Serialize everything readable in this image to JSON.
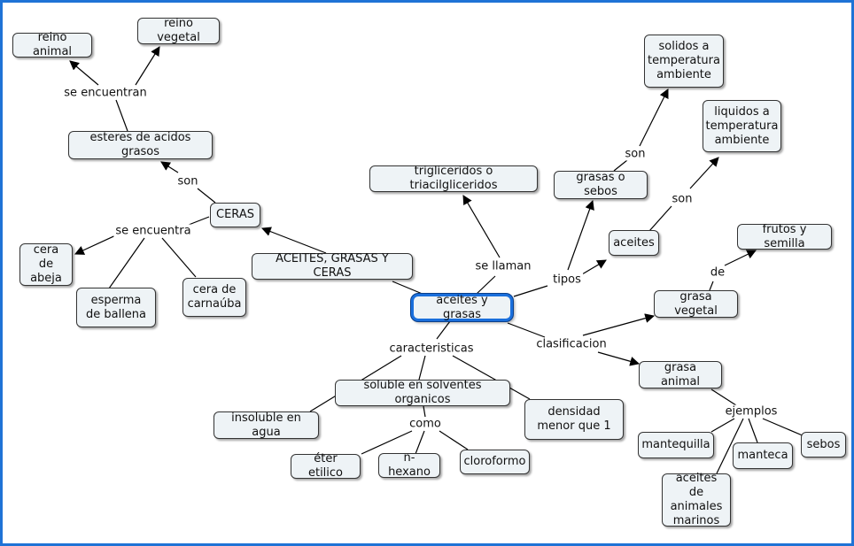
{
  "nodes": {
    "aceites_grasas": "aceites y grasas",
    "aceites_grasas_ceras": "ACEITES, GRASAS Y CERAS",
    "ceras": "CERAS",
    "esteres": "esteres de acidos grasos",
    "reino_animal": "reino animal",
    "reino_vegetal": "reino vegetal",
    "cera_abeja": "cera de abeja",
    "esperma_ballena": "esperma de ballena",
    "cera_carnauba": "cera de carnaúba",
    "trigliceridos": "trigliceridos o triacilgliceridos",
    "grasas_sebos": "grasas o sebos",
    "solidos": "solidos a temperatura ambiente",
    "aceites": "aceites",
    "liquidos": "liquidos a temperatura ambiente",
    "grasa_vegetal": "grasa vegetal",
    "frutos": "frutos y semilla",
    "grasa_animal": "grasa animal",
    "mantequilla": "mantequilla",
    "manteca": "manteca",
    "sebos": "sebos",
    "aceites_marinos": "aceites de animales marinos",
    "soluble": "soluble en solventes organicos",
    "insoluble": "insoluble en agua",
    "densidad": "densidad menor que 1",
    "eter": "éter etilico",
    "nhexano": "n-hexano",
    "cloroformo": "cloroformo"
  },
  "links": {
    "se_encuentran": "se encuentran",
    "son_esteres": "son",
    "se_encuentra": "se encuentra",
    "se_llaman": "se llaman",
    "tipos": "tipos",
    "son_grasas": "son",
    "son_aceites": "son",
    "clasificacion": "clasificacion",
    "de": "de",
    "ejemplos": "ejemplos",
    "caracteristicas": "caracteristicas",
    "como": "como"
  },
  "colors": {
    "frame_border": "#1f73d6",
    "node_fill": "#eef3f6",
    "focus_border": "#1a6fdc",
    "line": "#000000"
  }
}
